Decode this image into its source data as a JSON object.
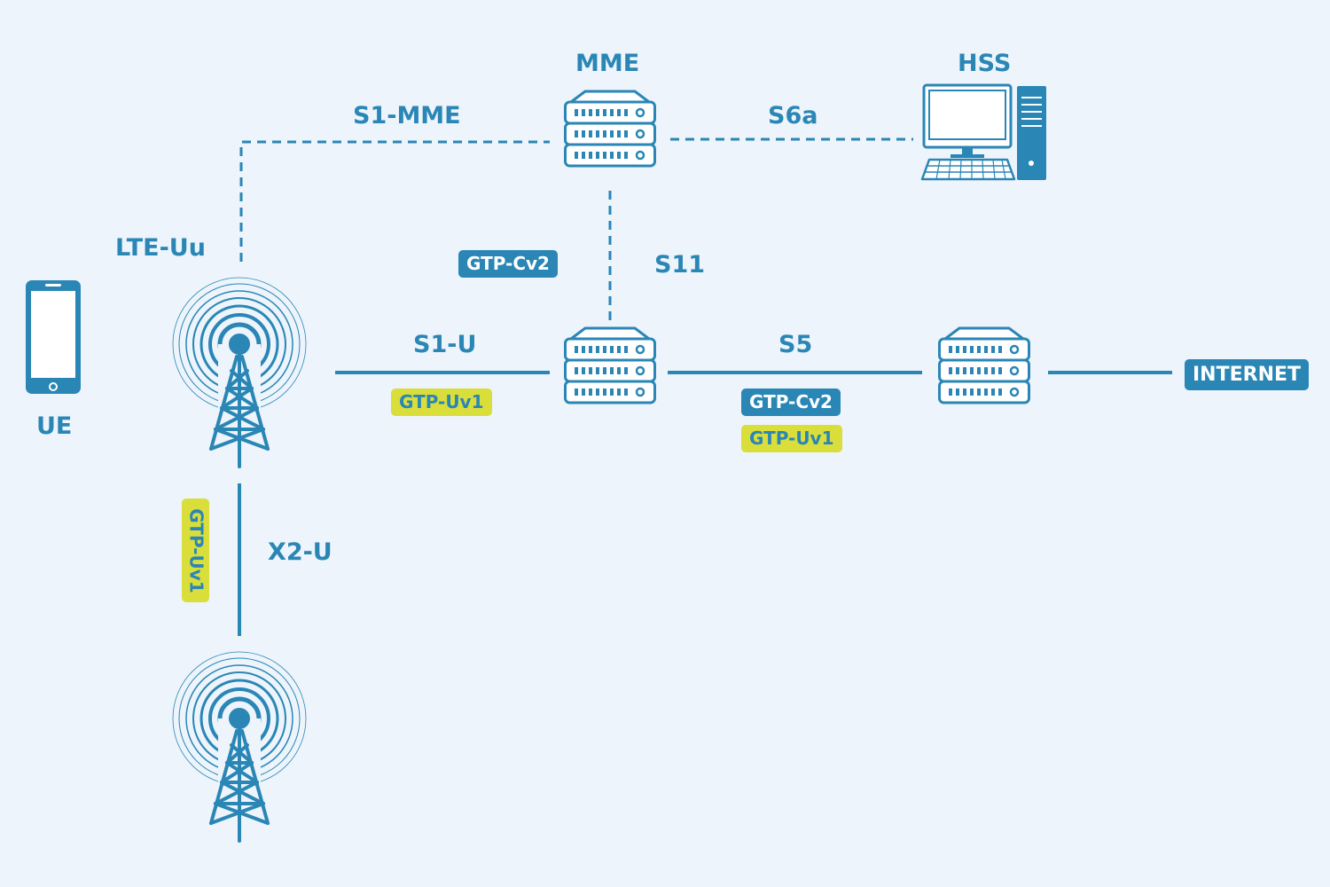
{
  "colors": {
    "background": "#edf4fb",
    "primary": "#2a86b5",
    "control_tag": "#2a86b5",
    "user_tag": "#d9de3b"
  },
  "nodes": {
    "ue": {
      "label": "UE",
      "icon": "smartphone-icon"
    },
    "enodeb": {
      "icon": "cell-tower-icon"
    },
    "enodeb_neighbor": {
      "icon": "cell-tower-icon"
    },
    "mme": {
      "label": "MME",
      "icon": "server-icon"
    },
    "hss": {
      "label": "HSS",
      "icon": "desktop-computer-icon"
    },
    "sgw": {
      "icon": "server-icon"
    },
    "pgw": {
      "icon": "server-icon"
    },
    "internet": {
      "label": "INTERNET"
    }
  },
  "interfaces": {
    "lte_uu": "LTE-Uu",
    "s1_mme": "S1-MME",
    "s6a": "S6a",
    "s11": "S11",
    "s1_u": "S1-U",
    "s5": "S5",
    "x2_u": "X2-U"
  },
  "protocol_tags": {
    "s11_gtpc": "GTP-Cv2",
    "s1u_gtpu": "GTP-Uv1",
    "s5_gtpc": "GTP-Cv2",
    "s5_gtpu": "GTP-Uv1",
    "x2u_gtpu": "GTP-Uv1"
  }
}
